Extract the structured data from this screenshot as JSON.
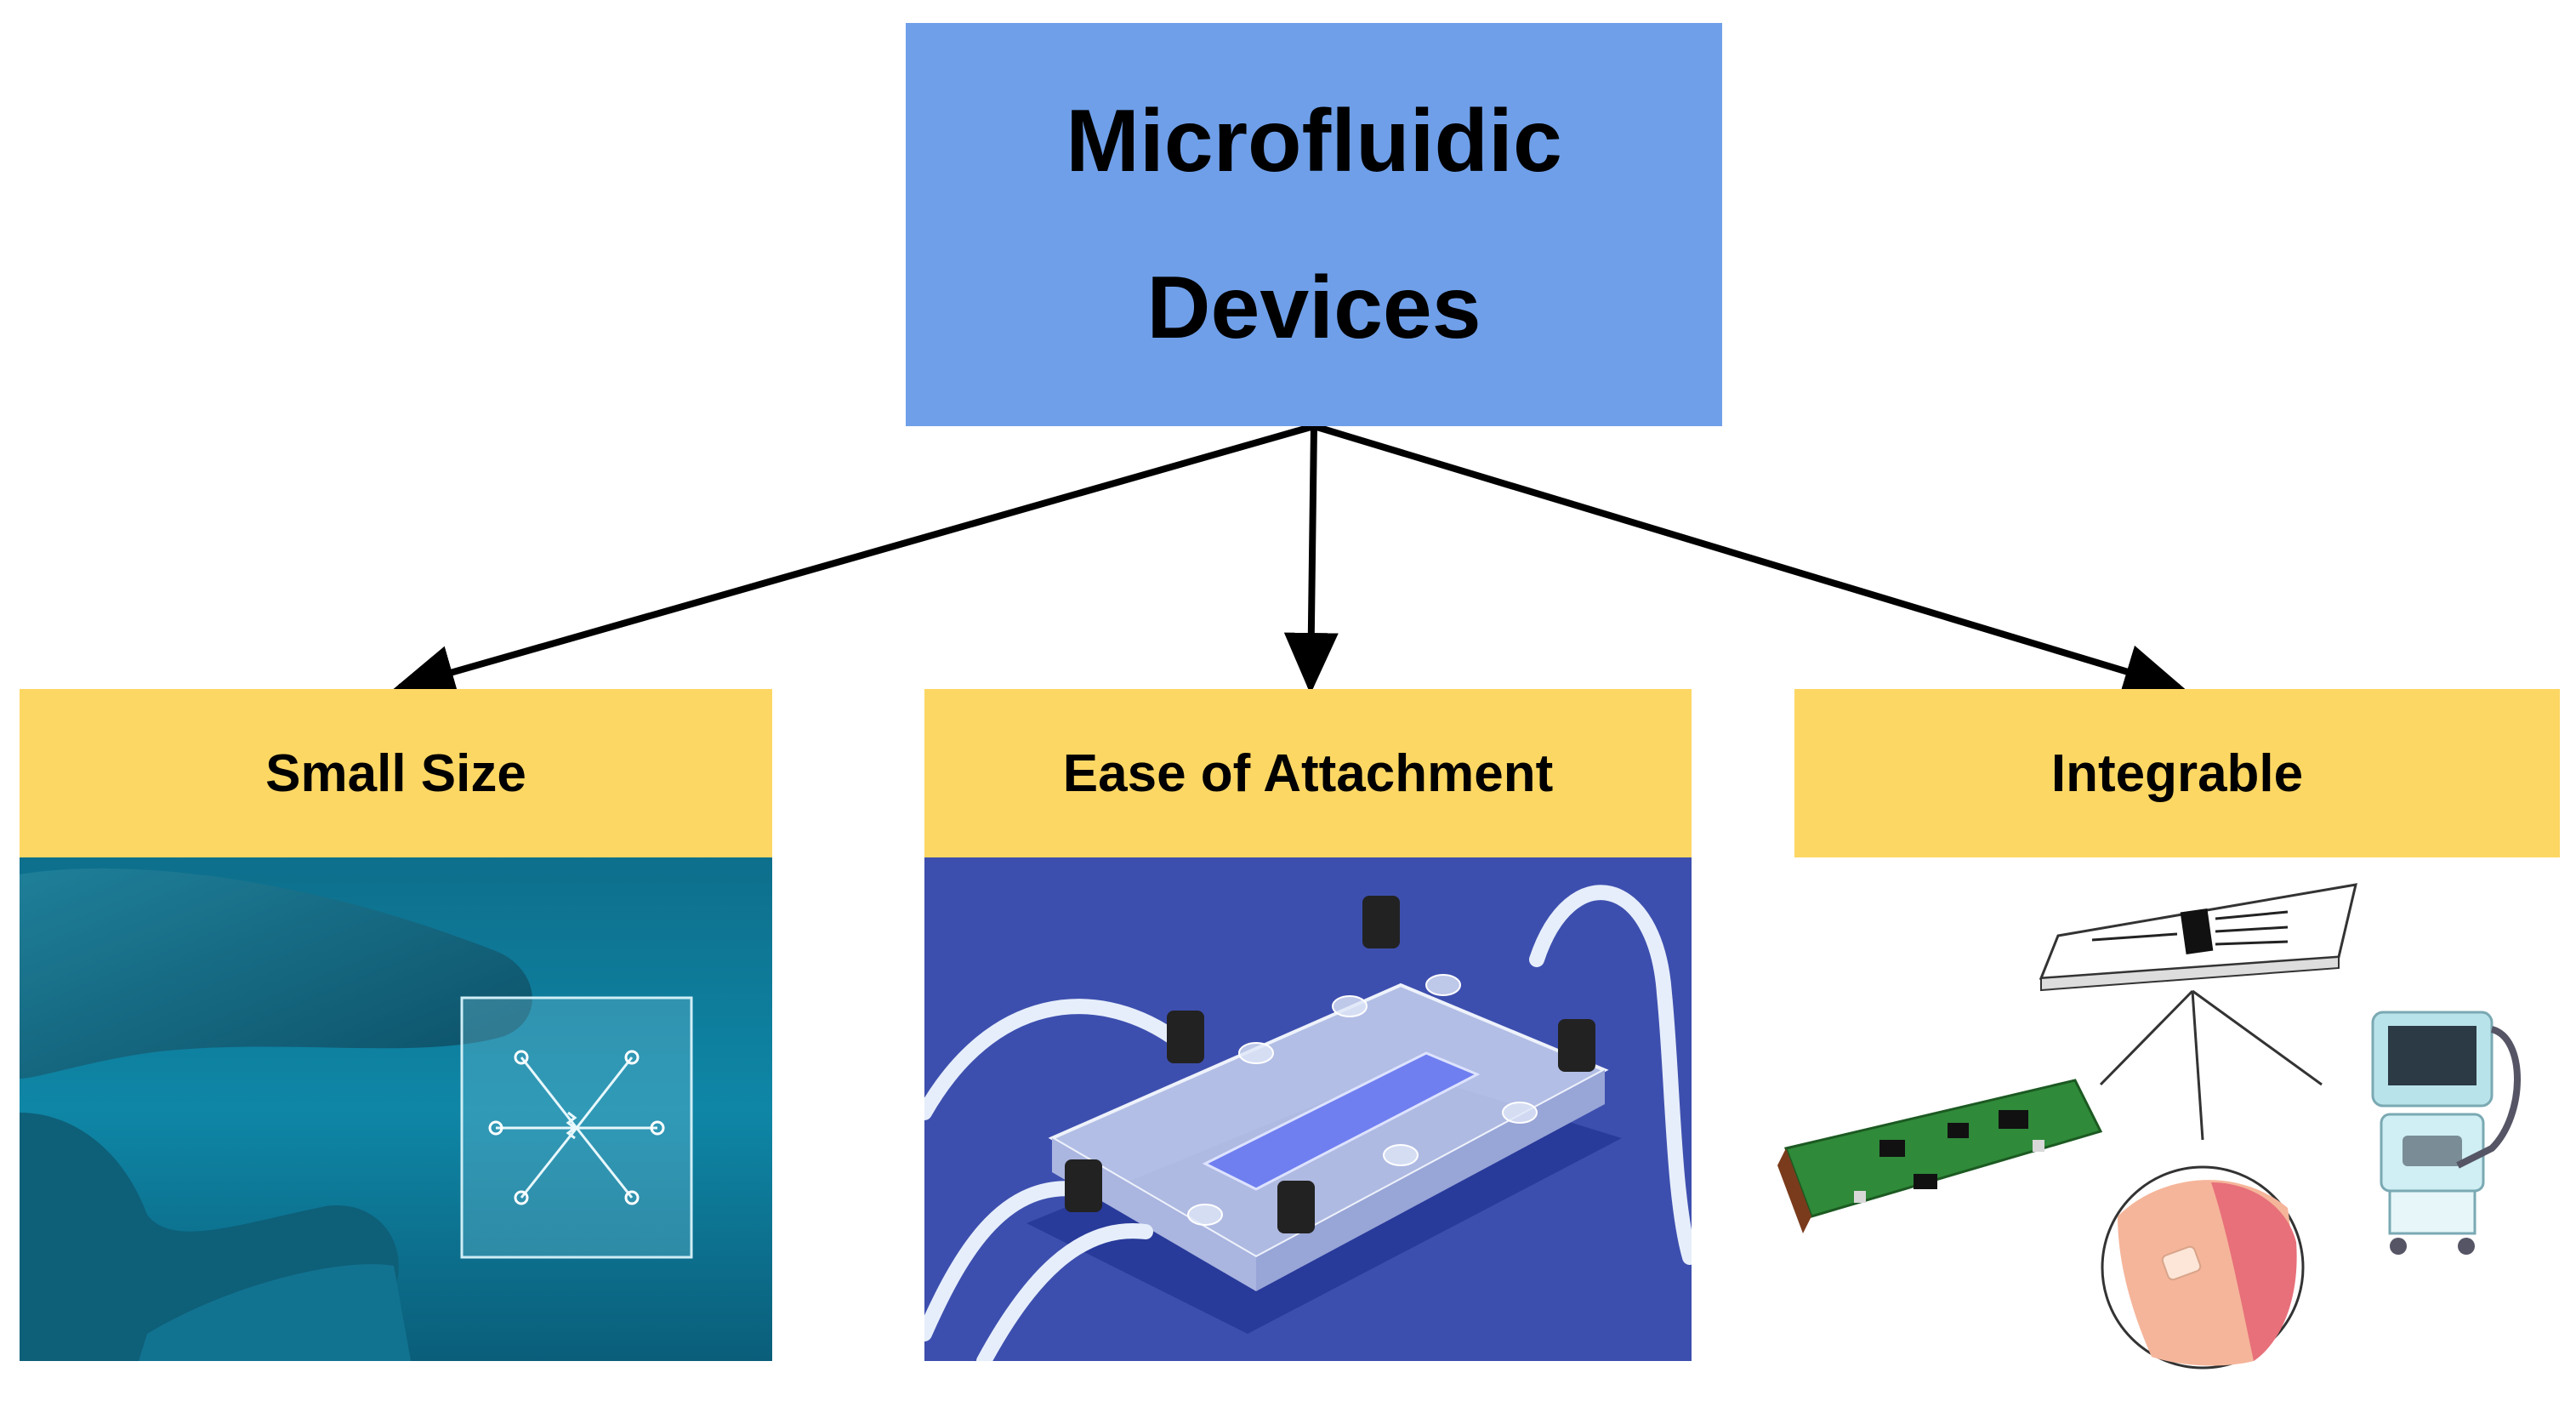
{
  "root": {
    "line1": "Microfluidic",
    "line2": "Devices"
  },
  "categories": [
    {
      "label": "Small Size",
      "image": "microfluidic-chip-held-in-gloved-fingers"
    },
    {
      "label": "Ease of Attachment",
      "image": "microfluidic-chip-with-connected-tubing"
    },
    {
      "label": "Integrable",
      "image": "chip-integrated-with-circuit-board-skin-patch-and-medical-monitor"
    }
  ],
  "colors": {
    "root_fill": "#6f9fe9",
    "category_fill": "#fdd764",
    "arrow": "#000000"
  }
}
